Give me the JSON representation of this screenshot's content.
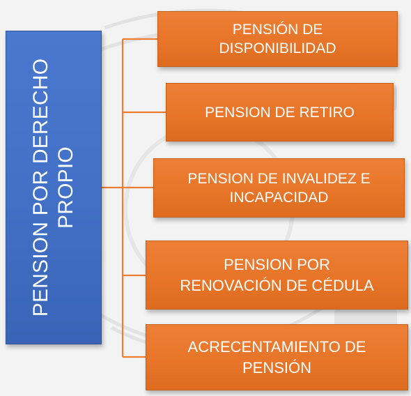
{
  "diagram": {
    "root": {
      "label": "PENSION POR DERECHO PROPIO"
    },
    "children": [
      {
        "label": "PENSIÓN DE\nDISPONIBILIDAD"
      },
      {
        "label": "PENSION DE RETIRO"
      },
      {
        "label": "PENSION DE INVALIDEZ E\nINCAPACIDAD"
      },
      {
        "label": "PENSION POR\nRENOVACIÓN DE CÉDULA"
      },
      {
        "label": "ACRECENTAMIENTO DE\nPENSIÓN"
      }
    ]
  },
  "colors": {
    "root_fill": "#4472c4",
    "child_fill": "#ed7d31",
    "connector": "#ed7d31",
    "background": "#f3f3f3"
  }
}
